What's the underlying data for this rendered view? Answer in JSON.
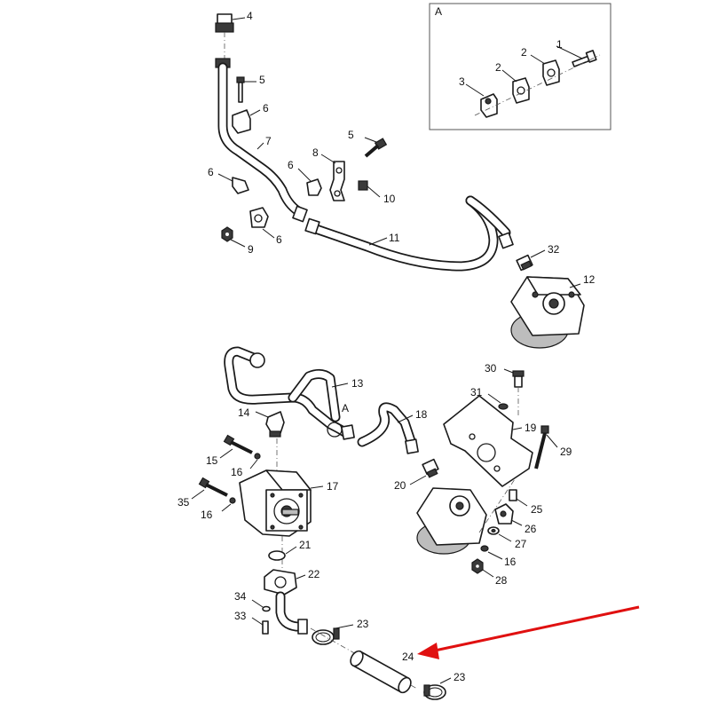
{
  "detail": {
    "label": "A"
  },
  "detail_ref": "A",
  "callouts": {
    "c1": "1",
    "c2a": "2",
    "c2b": "2",
    "c3": "3",
    "c4": "4",
    "c5a": "5",
    "c5b": "5",
    "c6a": "6",
    "c6b": "6",
    "c6c": "6",
    "c6d": "6",
    "c7": "7",
    "c8": "8",
    "c9": "9",
    "c10": "10",
    "c11": "11",
    "c12": "12",
    "c13": "13",
    "c14": "14",
    "c15": "15",
    "c16a": "16",
    "c16b": "16",
    "c16c": "16",
    "c17": "17",
    "c18": "18",
    "c19": "19",
    "c20": "20",
    "c21": "21",
    "c22": "22",
    "c23a": "23",
    "c23b": "23",
    "c24": "24",
    "c25": "25",
    "c26": "26",
    "c27": "27",
    "c28": "28",
    "c29": "29",
    "c30": "30",
    "c31": "31",
    "c32": "32",
    "c33": "33",
    "c34": "34",
    "c35": "35"
  },
  "highlight": {
    "part": "24",
    "arrow_color": "#e01010"
  }
}
